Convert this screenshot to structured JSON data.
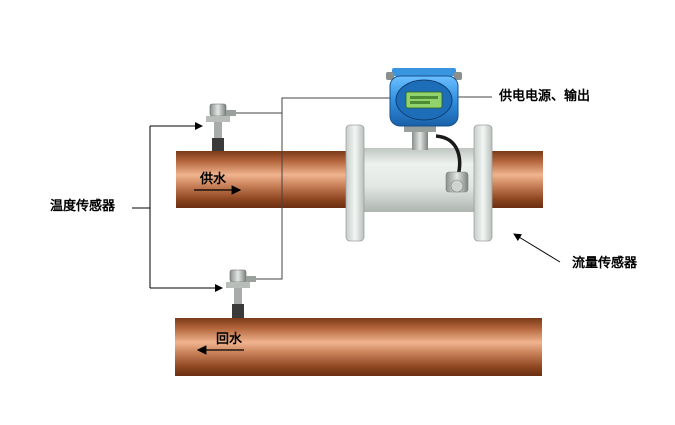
{
  "labels": {
    "temperature_sensor": "温度传感器",
    "power_output": "供电电源、输出",
    "flow_sensor": "流量传感器",
    "supply_water": "供水",
    "return_water": "回水"
  },
  "colors": {
    "pipe_mid": "#c9825a",
    "pipe_dark": "#7a3a18",
    "pipe_light": "#f0b48f",
    "meter_body": "#e6ebe7",
    "transmitter_blue": "#2f8fe0",
    "display_green": "#8fd36a",
    "line": "#333333"
  },
  "icons": {
    "temperature_probe": "thermowell-probe-icon",
    "transmitter_head": "flowmeter-transmitter-icon"
  }
}
